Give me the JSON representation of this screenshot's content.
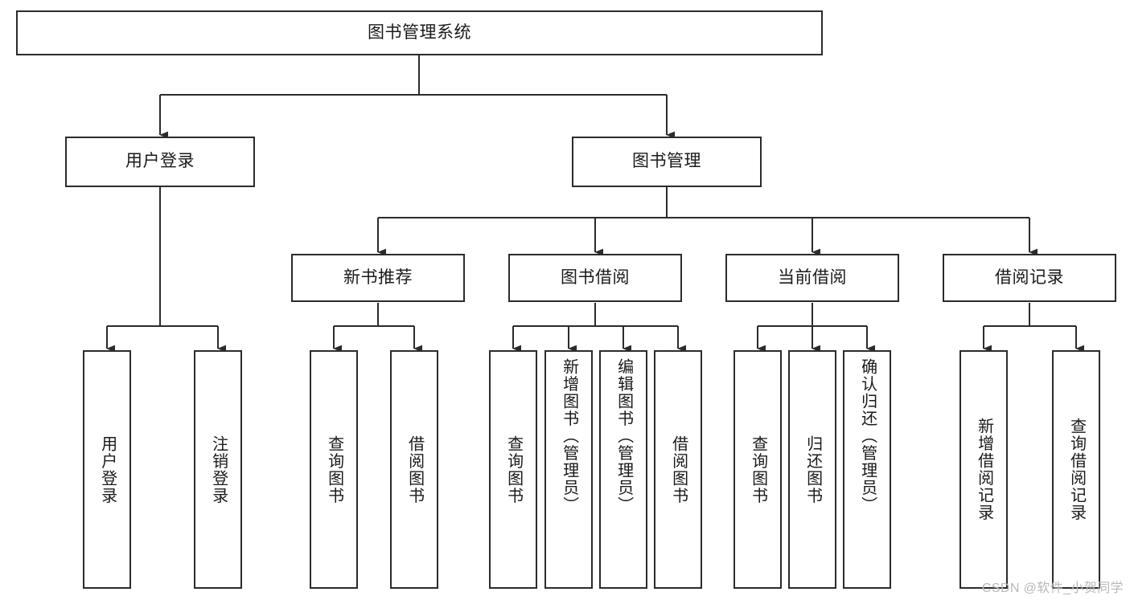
{
  "diagram": {
    "title": "图书管理系统",
    "type": "tree",
    "orientation": "top-down",
    "edge_style": "orthogonal-arrow",
    "colors": {
      "box_border": "#2b2b2b",
      "box_fill": "#ffffff",
      "edge": "#2b2b2b",
      "text": "#1a1a1a",
      "watermark": "#b9b9b9",
      "page_background": "#ffffff"
    },
    "watermark": "CSDN @软件_小贺同学",
    "nodes": {
      "root": {
        "label": "图书管理系统"
      },
      "level2": [
        {
          "label": "用户登录"
        },
        {
          "label": "图书管理"
        }
      ],
      "level3": [
        {
          "label": "新书推荐"
        },
        {
          "label": "图书借阅"
        },
        {
          "label": "当前借阅"
        },
        {
          "label": "借阅记录"
        }
      ],
      "leaves_user_login": [
        {
          "label": "用户登录"
        },
        {
          "label": "注销登录"
        }
      ],
      "leaves_new_book": [
        {
          "label": "查询图书"
        },
        {
          "label": "借阅图书"
        }
      ],
      "leaves_borrow": [
        {
          "label": "查询图书"
        },
        {
          "label": "新增图书（管理员）"
        },
        {
          "label": "编辑图书（管理员）"
        },
        {
          "label": "借阅图书"
        }
      ],
      "leaves_current": [
        {
          "label": "查询图书"
        },
        {
          "label": "归还图书"
        },
        {
          "label": "确认归还（管理员）"
        }
      ],
      "leaves_record": [
        {
          "label": "新增借阅记录"
        },
        {
          "label": "查询借阅记录"
        }
      ]
    }
  }
}
